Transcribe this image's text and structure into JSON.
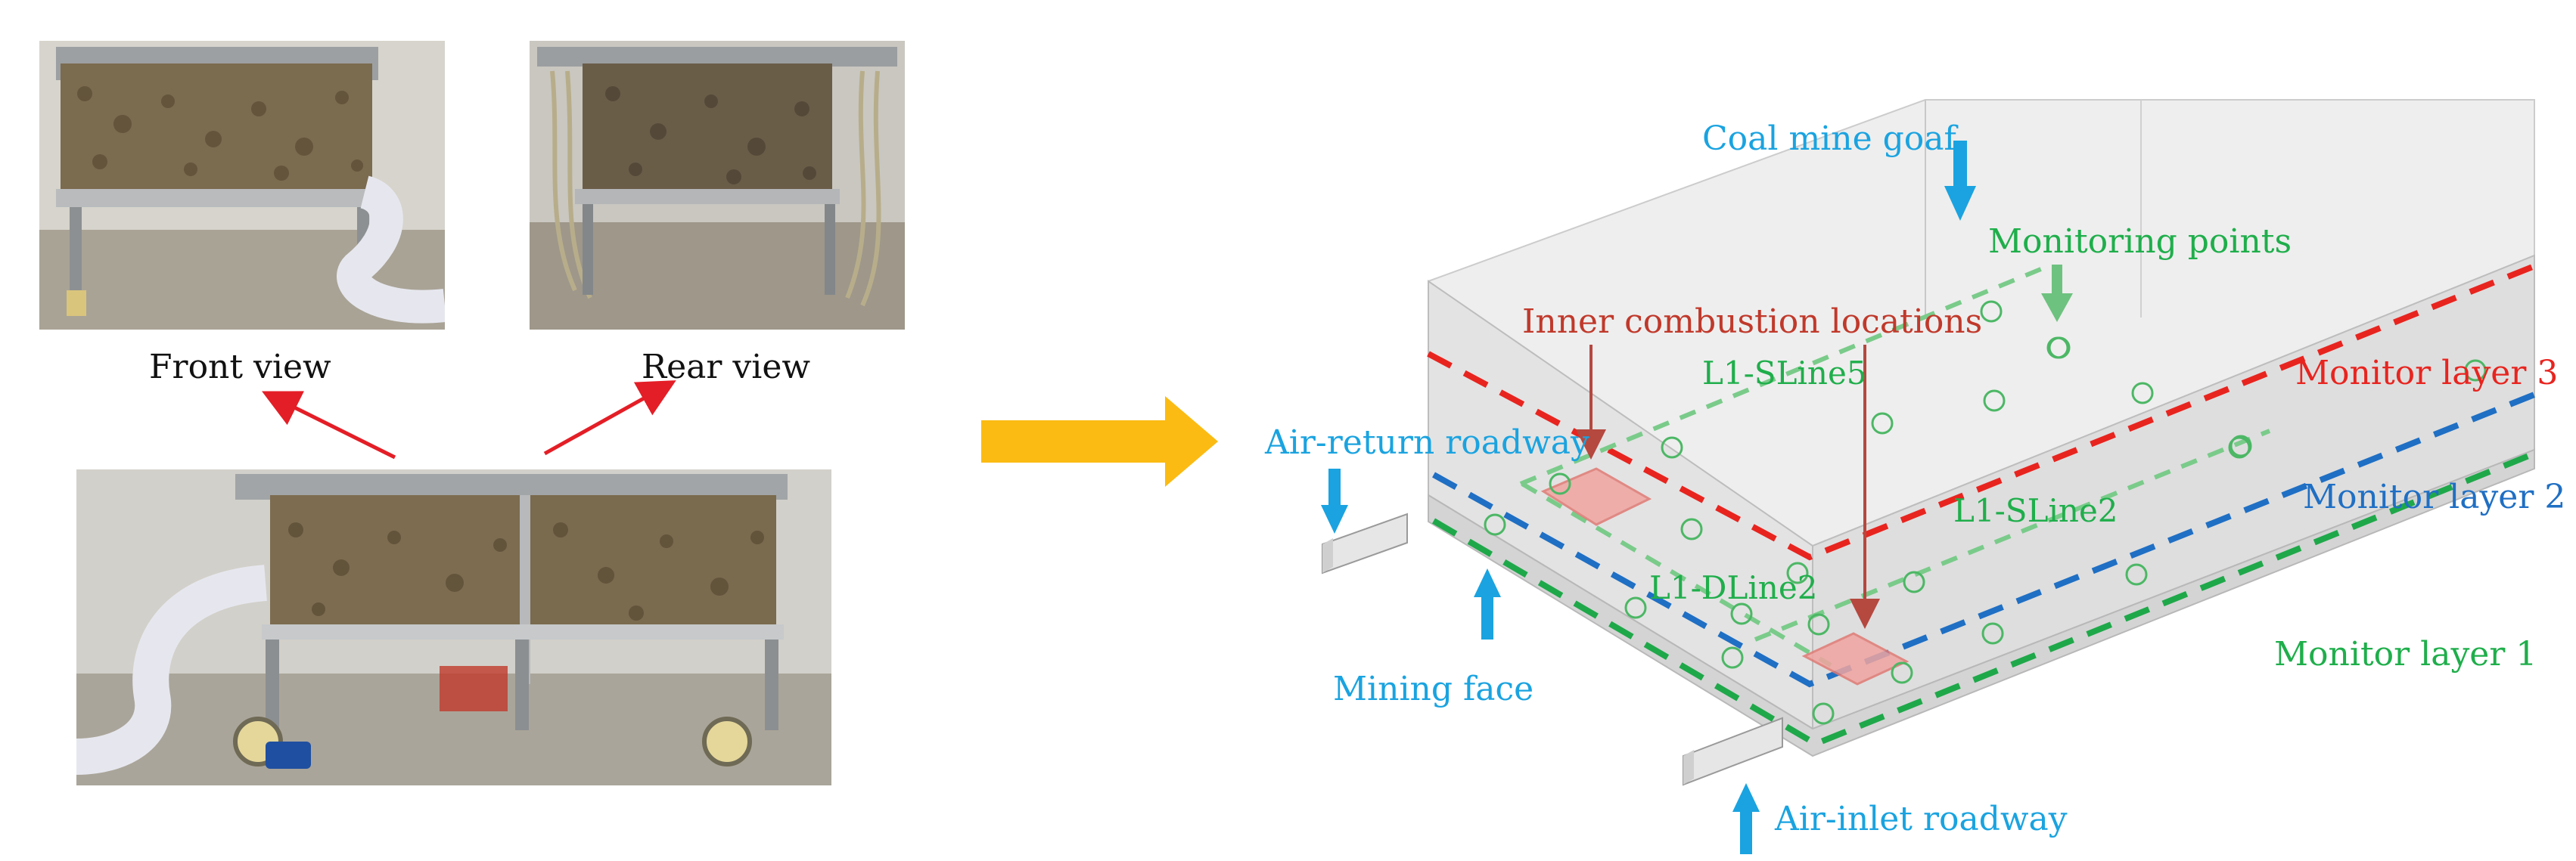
{
  "colors": {
    "blue_label": "#1aa3e0",
    "green_label": "#1fae4b",
    "red_label": "#c0392b",
    "monitor_layer_3": "#e8241f",
    "monitor_layer_2": "#1f6fc4",
    "monitor_layer_1": "#1fa84a",
    "transfer_arrow": "#fbbb12",
    "view_arrow": "#e41e26"
  },
  "photos": {
    "front_label": "Front view",
    "rear_label": "Rear view"
  },
  "diagram": {
    "coal_mine_goaf": "Coal mine goaf",
    "monitoring_points": "Monitoring points",
    "inner_combustion": "Inner combustion locations",
    "l1_sline5": "L1-SLine5",
    "l1_sline2": "L1-SLine2",
    "l1_dline2": "L1-DLine2",
    "air_return_roadway": "Air-return roadway",
    "mining_face": "Mining face",
    "air_inlet_roadway": "Air-inlet roadway",
    "monitor_layer_3": "Monitor layer 3",
    "monitor_layer_2": "Monitor layer 2",
    "monitor_layer_1": "Monitor layer 1"
  },
  "icons": {
    "photo_front": "experimental-box-front-photo",
    "photo_rear": "experimental-box-rear-photo",
    "photo_main": "experimental-box-side-photo",
    "transfer": "right-arrow-icon"
  }
}
